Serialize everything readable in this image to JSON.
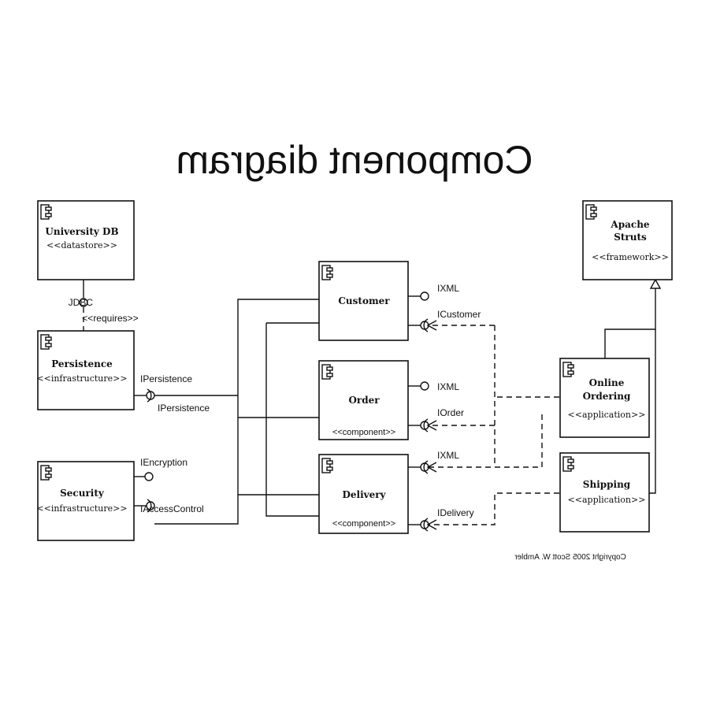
{
  "title": "Component diagram",
  "copyright": "Copyright 2005 Scott W. Ambler",
  "colors": {
    "ink": "#111111",
    "background": "#ffffff"
  },
  "icon": "component-icon",
  "components": {
    "university_db": {
      "name": "University DB",
      "stereotype": "<<datastore>>"
    },
    "persistence": {
      "name": "Persistence",
      "stereotype": "<<infrastructure>>"
    },
    "security": {
      "name": "Security",
      "stereotype": "<<infrastructure>>"
    },
    "customer": {
      "name": "Customer"
    },
    "order": {
      "name": "Order",
      "stereotype": "<<component>>"
    },
    "delivery": {
      "name": "Delivery",
      "stereotype": "<<component>>"
    },
    "apache_struts": {
      "name_lines": [
        "Apache",
        "Struts"
      ],
      "stereotype": "<<framework>>"
    },
    "online_ordering": {
      "name_lines": [
        "Online",
        "Ordering"
      ],
      "stereotype": "<<application>>"
    },
    "shipping": {
      "name": "Shipping",
      "stereotype": "<<application>>"
    }
  },
  "interfaces": {
    "jdbc": "JDBC",
    "requires": "<<requires>>",
    "ipersistence_provided": "IPersistence",
    "ipersistence_required": "IPersistence",
    "iencryption": "IEncryption",
    "iaccesscontrol": "IAccessControl",
    "customer_ixml": "IXML",
    "icustomer": "ICustomer",
    "order_ixml": "IXML",
    "iorder": "IOrder",
    "delivery_ixml": "IXML",
    "idelivery": "IDelivery"
  }
}
